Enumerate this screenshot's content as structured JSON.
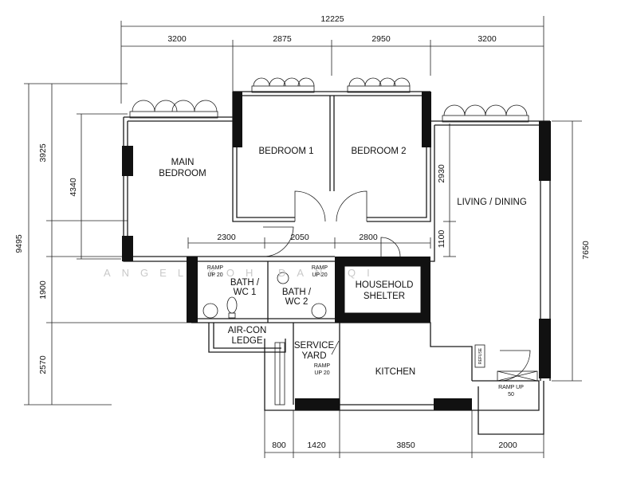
{
  "watermark": "ANGEL KOH DAN QI",
  "dimensions": {
    "top_total": "12225",
    "top_segments": [
      "3200",
      "2875",
      "2950",
      "3200"
    ],
    "left_total": "9495",
    "left_outer": [
      "3925",
      "1900",
      "2570"
    ],
    "left_inner": "4340",
    "right_outer": "7650",
    "right_inner": [
      "2930",
      "1100"
    ],
    "middle_row": [
      "2300",
      "2050",
      "2800"
    ],
    "bottom_segments": [
      "800",
      "1420",
      "3850",
      "2000"
    ]
  },
  "rooms": {
    "main_bedroom": [
      "MAIN",
      "BEDROOM"
    ],
    "bedroom_1": "BEDROOM 1",
    "bedroom_2": "BEDROOM 2",
    "living_dining": "LIVING / DINING",
    "bath_wc_1": [
      "BATH /",
      "WC 1"
    ],
    "bath_wc_2": [
      "BATH /",
      "WC 2"
    ],
    "household_shelter": [
      "HOUSEHOLD",
      "SHELTER"
    ],
    "aircon_ledge": [
      "AIR-CON",
      "LEDGE"
    ],
    "service_yard": [
      "SERVICE",
      "YARD"
    ],
    "kitchen": "KITCHEN"
  },
  "ramps": {
    "bath1": [
      "RAMP",
      "UP 20"
    ],
    "bath2": [
      "RAMP",
      "UP 20"
    ],
    "service_yard": [
      "RAMP",
      "UP 20"
    ],
    "entrance": [
      "RAMP UP",
      "50"
    ]
  },
  "labels": {
    "refuse_chute": "REFUSE"
  }
}
